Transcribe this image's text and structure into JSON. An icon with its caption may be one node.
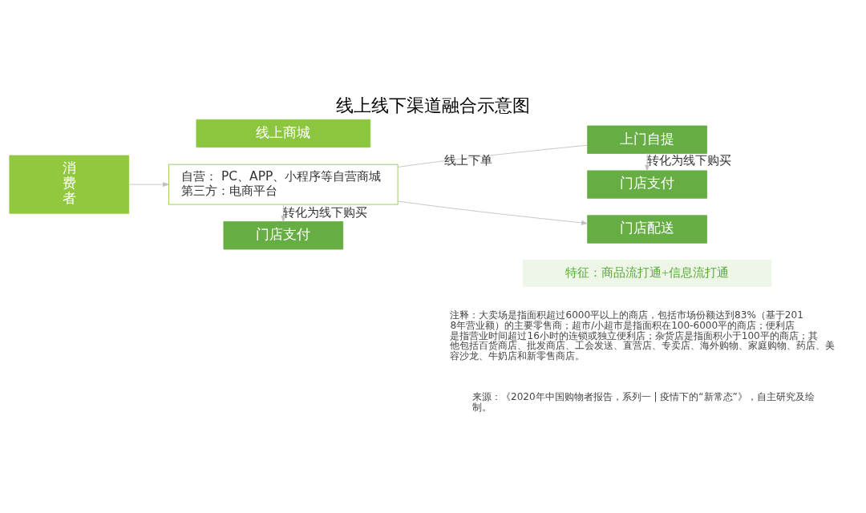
{
  "diagram": {
    "title": "线上线下渠道融合示意图",
    "nodes": [
      {
        "text": [
          "消费者"
        ]
      },
      {
        "text": [
          "线上商城"
        ]
      },
      {
        "text": [
          "自营： PC、APP、小程序等自营商城",
          "第三方：电商平台"
        ]
      },
      {
        "text": [
          "门店支付"
        ]
      },
      {
        "text": [
          "上门自提"
        ]
      },
      {
        "text": [
          "门店配送"
        ]
      },
      {
        "text": [
          "门店支付"
        ]
      },
      {
        "text": [
          "特征：商品流打通+信息流打通"
        ]
      }
    ],
    "edges": [
      {
        "from": 0,
        "to": 2,
        "arrow": "to"
      },
      {
        "from": 2,
        "to": 4,
        "arrow": "none",
        "label": "线上下单"
      },
      {
        "from": 2,
        "to": 5,
        "arrow": "to"
      },
      {
        "from": 4,
        "to": 3,
        "arrow": "to",
        "label": "转化为线下购买"
      },
      {
        "from": 2,
        "to": 6,
        "arrow": "to",
        "label": "转化为线下购买"
      }
    ],
    "labels": [
      "注释：大卖场是指面积超过6000平以上的商店，包括市场份额达到83%（基于2018年营业额）的主要零售商；超市/小超市是指面积在100-6000平的商店；便利店是指营业时间超过16小时的连锁或独立便利店；杂货店是指面积小于100平的商店；其他包括百货商店、批发商店、工会发送、直营店、专卖店、海外购物、家庭购物、药店、美容沙龙、牛奶店和新零售商店。",
      "来源：《2020年中国购物者报告，系列一 | 疫情下的“新常态”》，自主研究及绘制。"
    ]
  }
}
